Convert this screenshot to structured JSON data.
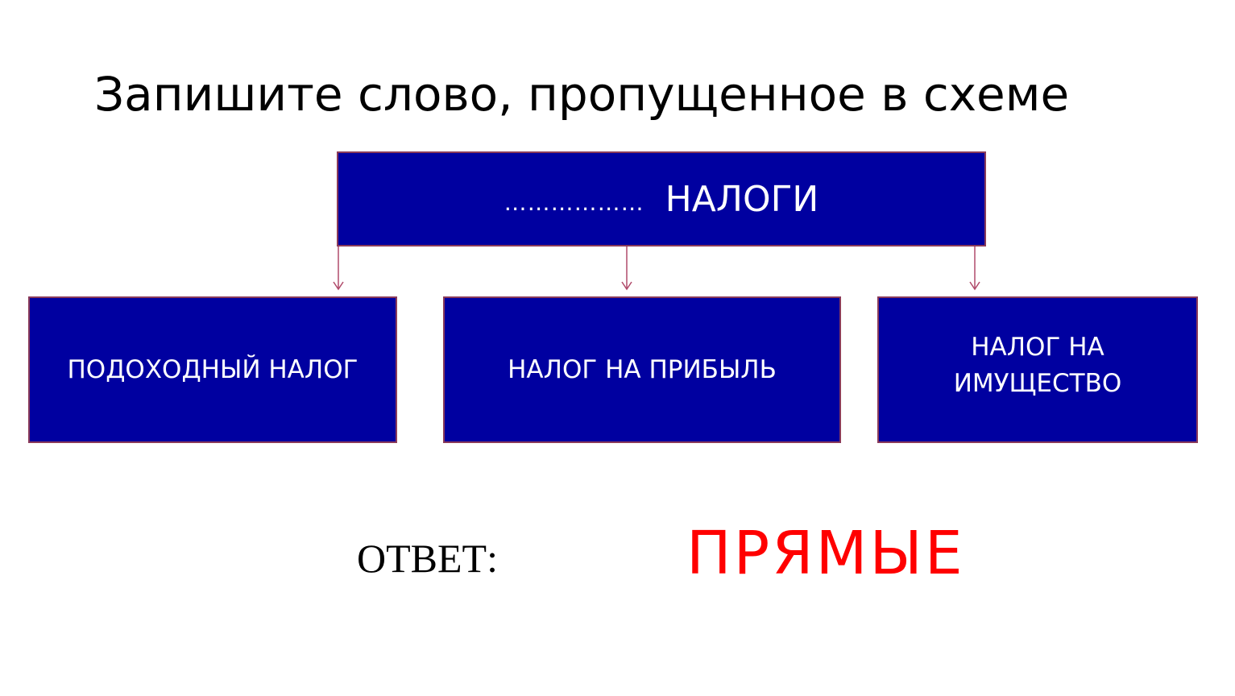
{
  "title": "Запишите слово, пропущенное в схеме",
  "diagram": {
    "root": {
      "blank": "………………",
      "label": "НАЛОГИ"
    },
    "children": [
      {
        "label": "ПОДОХОДНЫЙ НАЛОГ"
      },
      {
        "label": "НАЛОГ НА ПРИБЫЛЬ"
      },
      {
        "label_line1": "НАЛОГ НА",
        "label_line2": "ИМУЩЕСТВО"
      }
    ]
  },
  "answer": {
    "label": "ОТВЕТ:",
    "value": "ПРЯМЫЕ"
  },
  "colors": {
    "box_fill": "#0000a0",
    "box_border": "#8a3a5a",
    "connector": "#b04a6a",
    "answer_value": "#ff0000"
  }
}
